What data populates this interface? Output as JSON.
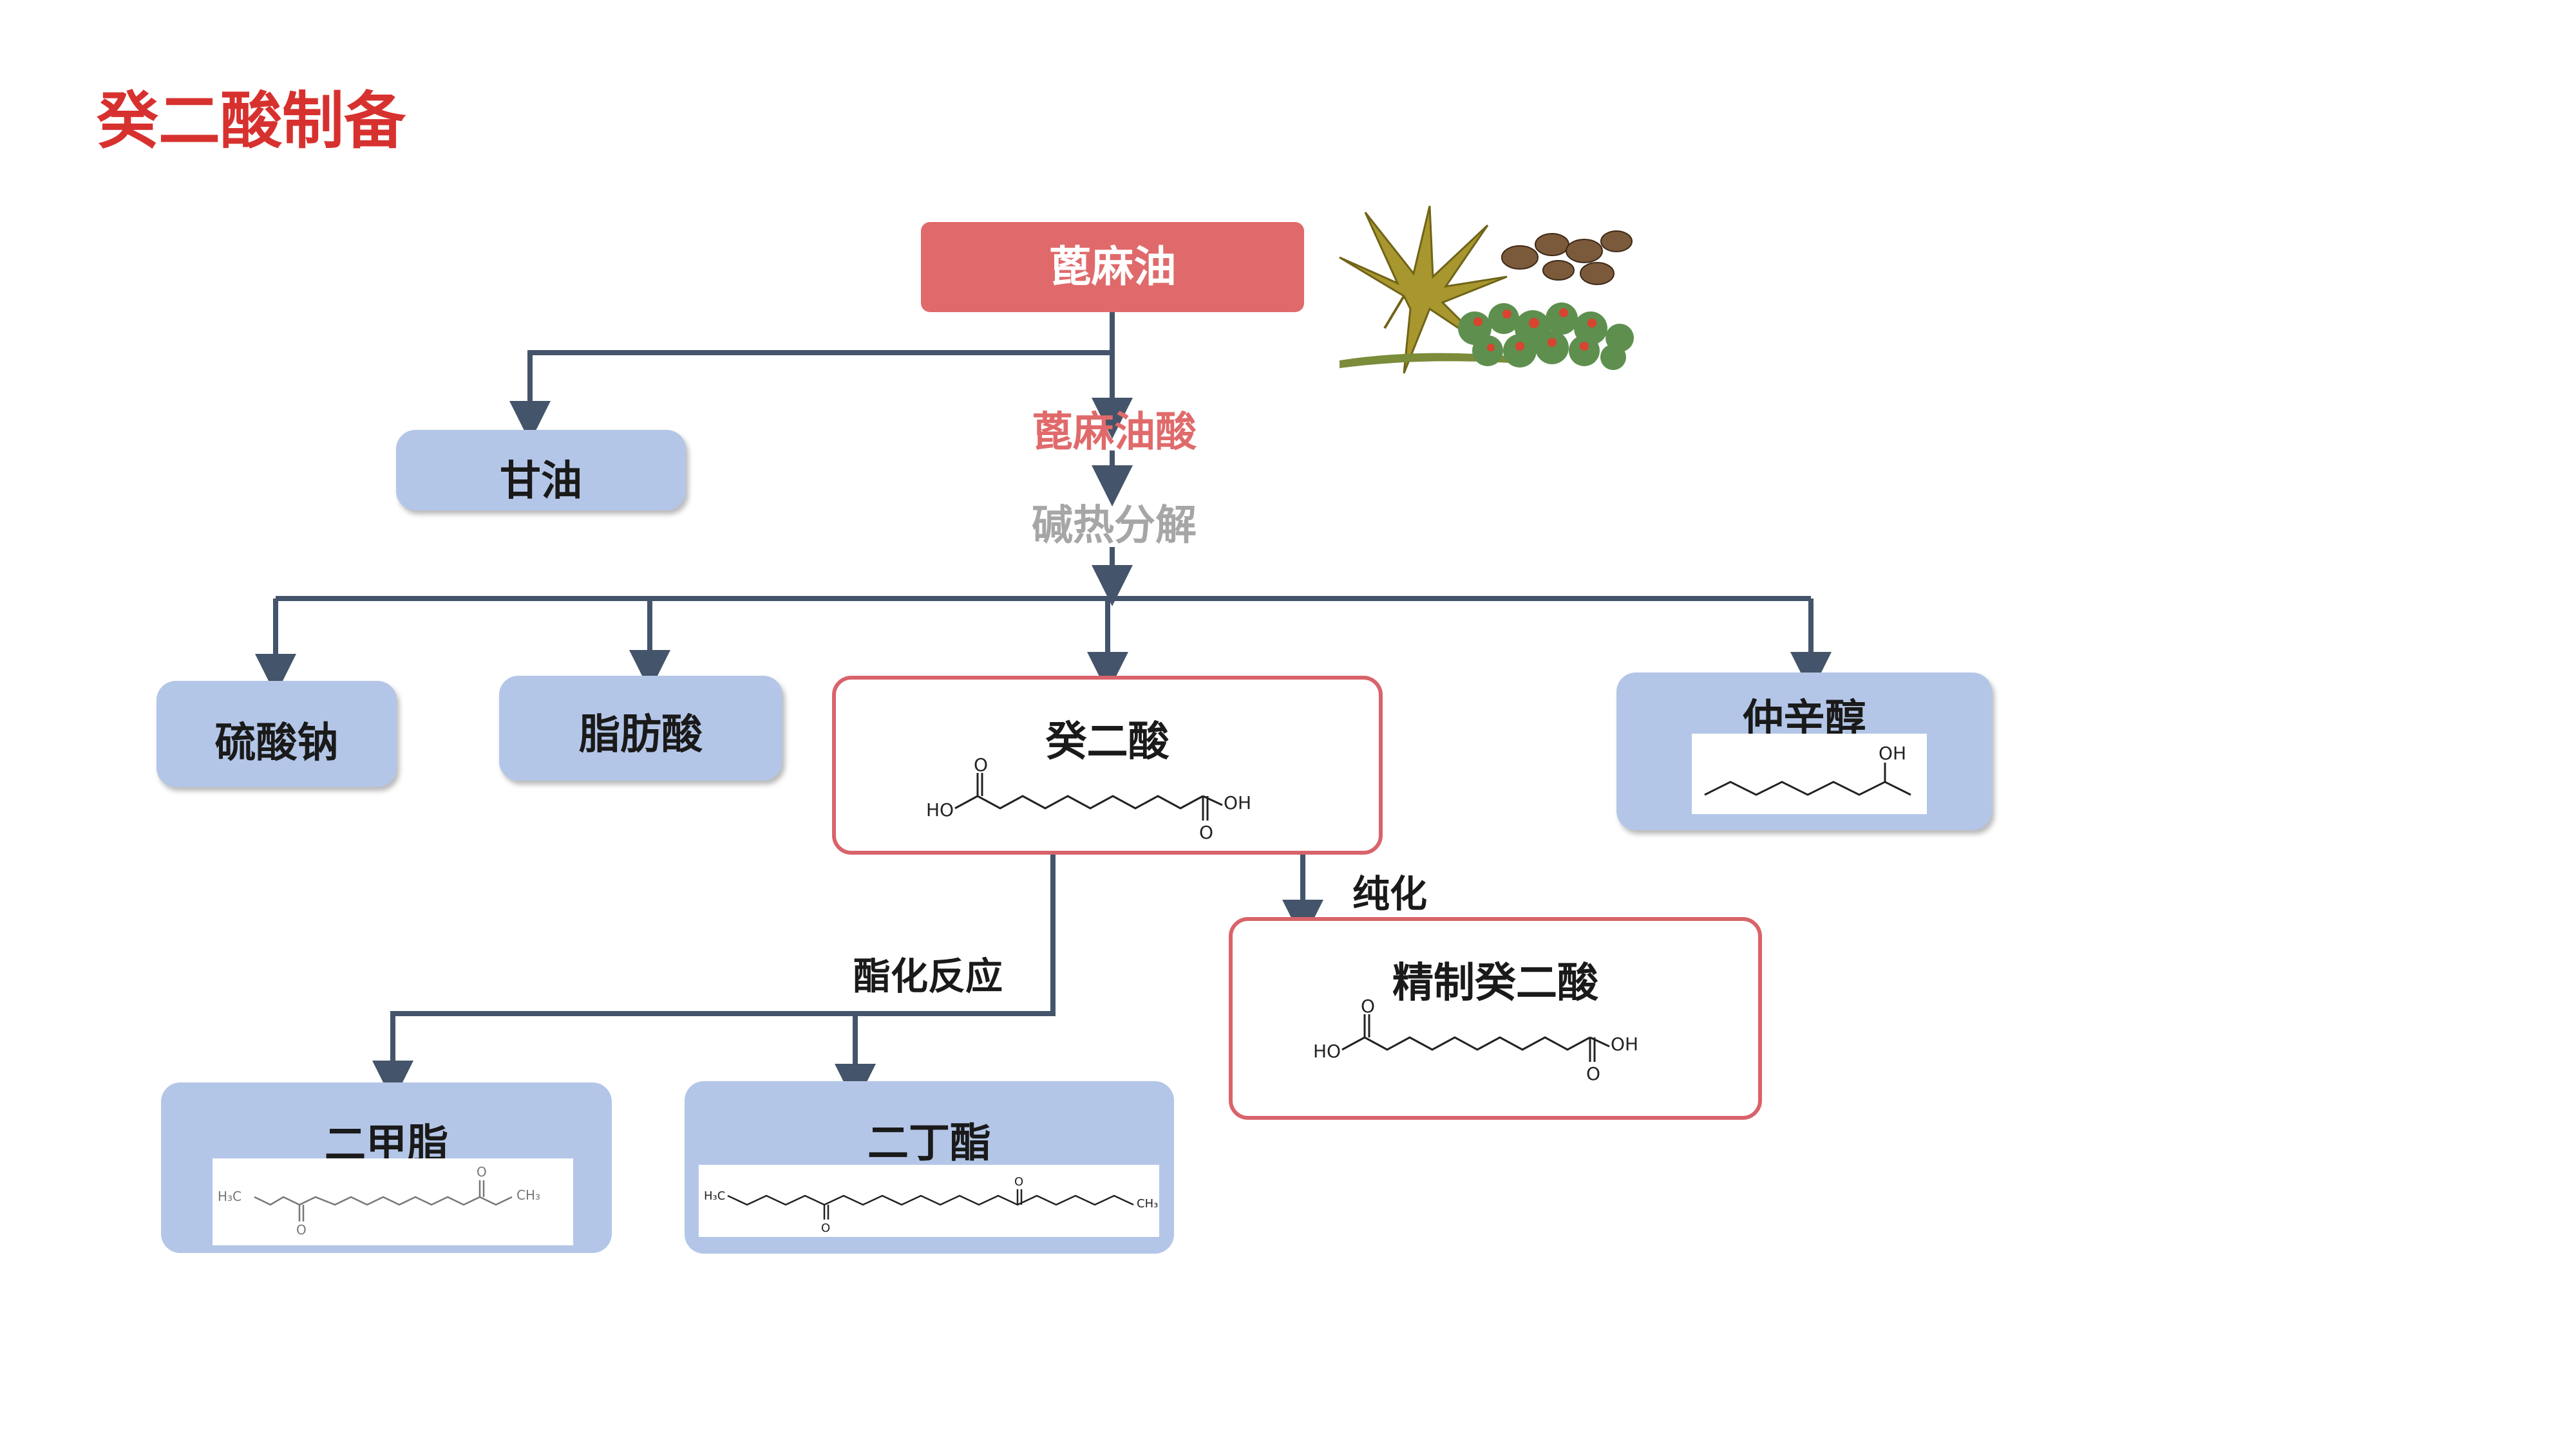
{
  "page": {
    "title": "癸二酸制备"
  },
  "nodes": {
    "castor_oil": "蓖麻油",
    "glycerol": "甘油",
    "ricinoleic_acid": "蓖麻油酸",
    "alkali_pyrolysis": "碱热分解",
    "sodium_sulfate": "硫酸钠",
    "fatty_acid": "脂肪酸",
    "sebacic_acid": "癸二酸",
    "octanol": "仲辛醇",
    "purification": "纯化",
    "refined_sebacic_acid": "精制癸二酸",
    "esterification": "酯化反应",
    "dimethyl_ester": "二甲脂",
    "dibutyl_ester": "二丁酯"
  },
  "structures": {
    "sebacic": {
      "ho": "HO",
      "oh": "OH",
      "o": "O"
    },
    "octanol": {
      "oh": "OH"
    },
    "dimethyl": {
      "h3c": "H₃C",
      "ch3": "CH₃",
      "o": "O"
    },
    "dibutyl": {
      "h3c": "H₃C",
      "ch3": "CH₃",
      "o": "O"
    }
  },
  "colors": {
    "title": "#d7312f",
    "castor_box": "#e06a6b",
    "ricinoleic_text": "#e06a6b",
    "pyrolysis_text": "#a6a6a6",
    "blue_box": "#b4c6e7",
    "red_border": "#d9636a",
    "connector": "#44546a"
  }
}
